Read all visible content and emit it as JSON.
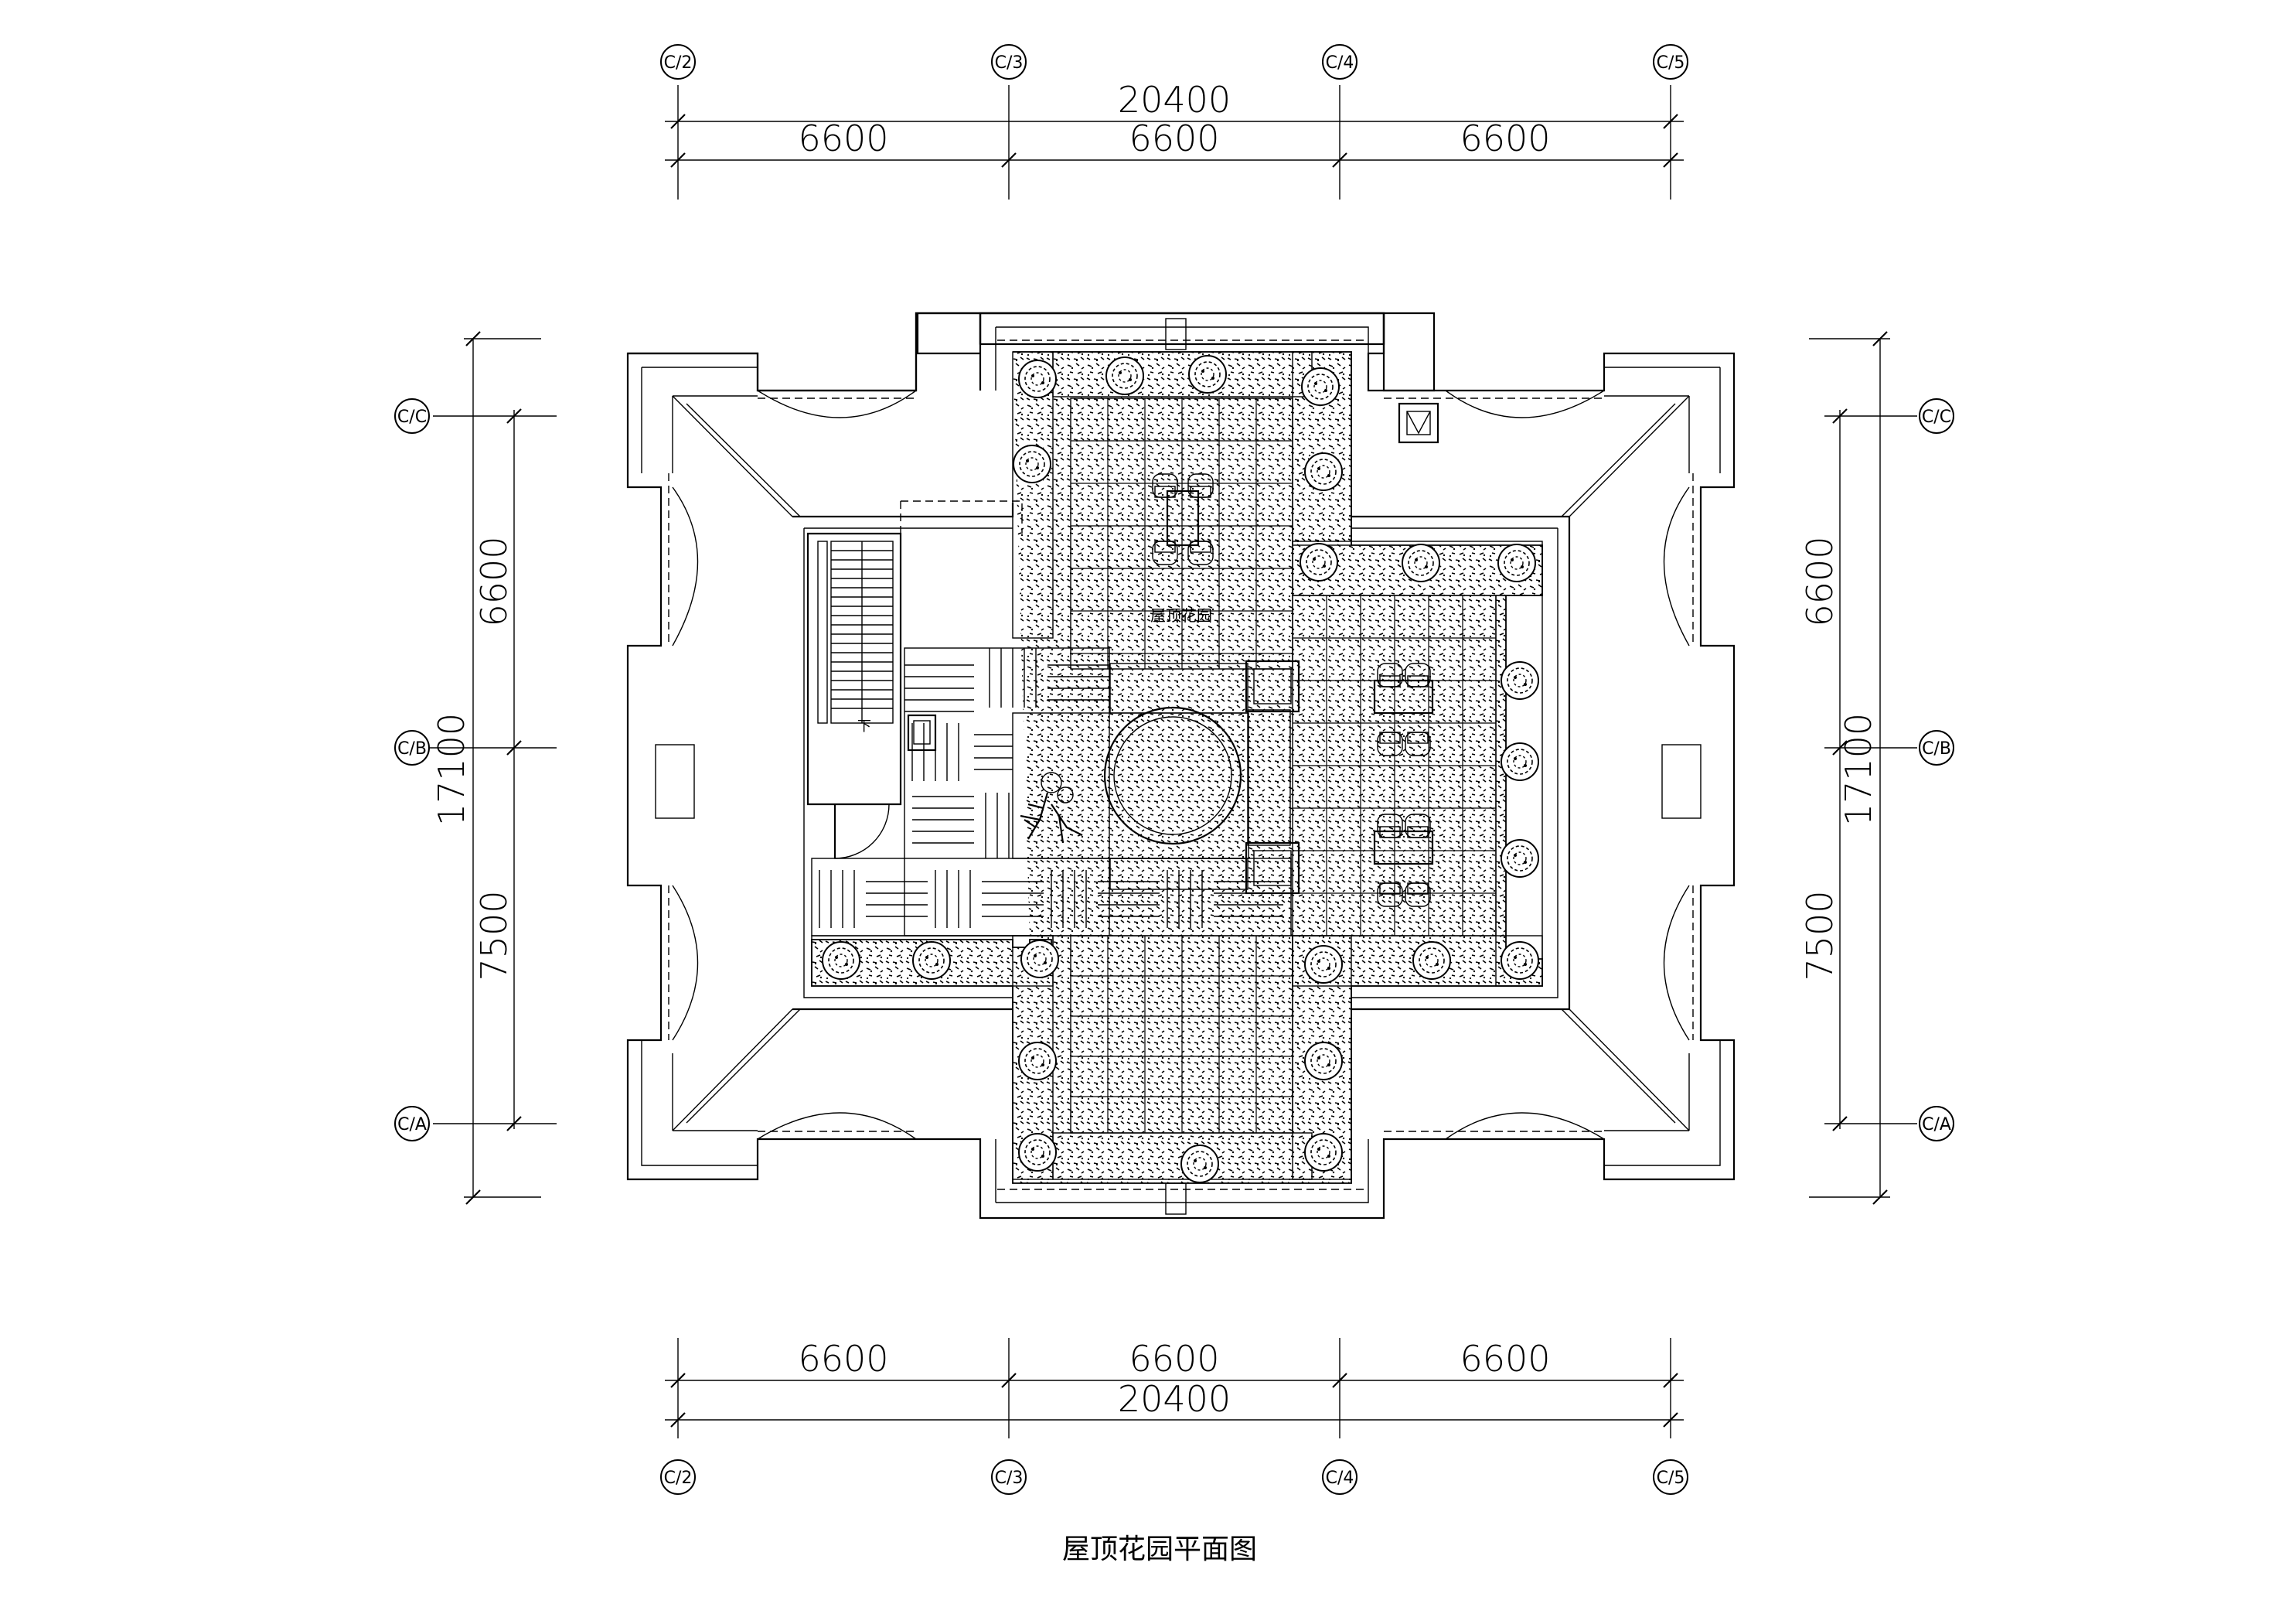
{
  "drawing": {
    "title": "屋顶花园平面图",
    "room_label": "屋顶花园",
    "stair_label": "下"
  },
  "dimensions": {
    "overall_width": "20400",
    "bay_widths": [
      "6600",
      "6600",
      "6600"
    ],
    "overall_depth": "17100",
    "bay_depths": [
      "6600",
      "7500"
    ]
  },
  "axes": {
    "horizontal": [
      "C/2",
      "C/3",
      "C/4",
      "C/5"
    ],
    "vertical": [
      "C/C",
      "C/B",
      "C/A"
    ]
  }
}
